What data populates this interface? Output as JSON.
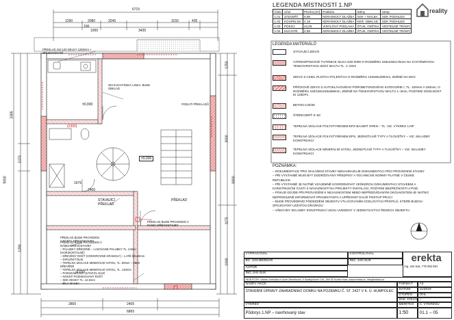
{
  "legend": {
    "title": "LEGENDA MÍSTNOSTÍ 1.NP",
    "headers": [
      "Číslo",
      "Účel",
      "Plocha [m²]",
      "Podlaha",
      "Stěny",
      "Strop"
    ],
    "rooms": [
      [
        "1.01",
        "ZÁDVEŘÍ",
        "6,98",
        "KERAMICKÁ DLAŽBA",
        "SDK + MALBA",
        "SDK PODHLED"
      ],
      [
        "1.02",
        "KOUPELNA",
        "4,19",
        "KERAMICKÁ DLAŽBA",
        "KER. OBKLAD",
        "SDK PODHLED"
      ],
      [
        "1.03",
        "POKOJ",
        "24,06",
        "VINYLOVÁ PODLAHA",
        "ŠTUK, OMÍTKA",
        "VIDITELNÉ TRÁMY"
      ],
      [
        "1.04",
        "KUCHYŇ",
        "4,59",
        "KERAMICKÁ DLAŽBA",
        "ŠTUK, OMÍTKA",
        "VIDITELNÉ TRÁMY"
      ]
    ]
  },
  "materials": {
    "title": "LEGENDA MATERIÁLŮ",
    "items": [
      {
        "text": "STÁVAJÍCÍ ZDIVO",
        "fill": "#ffffff"
      },
      {
        "text": "VÁPENOPÍSKOVÉ TVÁRNICE SILKA S20-2000 O ROZMĚRU 248x248x175mm NA SYSTÉMOVOU TENKOVRSTVOU ZDÍCÍ MALTU TL. 1–3mm",
        "fill": "#f2b8b8"
      },
      {
        "text": "ZDIVO Z CIHEL PLNÝCH PÁLENÝCH O ROZMĚRU 140x65x290mm, ZDĚNÉ NA MVC",
        "fill": "#f2b8b8"
      },
      {
        "text": "PŘÍČKOVÉ ZDIVO Z AUTOKLÁVOVÉHO PÓROBETONOVÉHO KATEGORIE I, TL. 100mm A 150mm, O ROZMĚRU 100/150x249x599mm, ZDĚNÉ NA TENKOVRSTVOU MALTU 1–3mm, POŽÁRNÍ ODOLNOST EI 120DP1",
        "fill": "#f2b8b8"
      },
      {
        "text": "BETON C20/25",
        "fill": "#f4c7c7"
      },
      {
        "text": "ŠTĚRKODRŤ 0–63",
        "fill": "#ffffff"
      },
      {
        "text": "TEPELNÁ IZOLACE POLYSTYRENEM EPS BAUMIT OPEN – TL. VIZ. VÝKRES 1.NP",
        "fill": "#f6d0d0"
      },
      {
        "text": "TEPELNÁ IZOLACE POLYSTYRENEM EPS, JEDNOTLIVÉ TYPY A TLOUŠŤKY – VIZ. SKLADBY KONSTRUKCÍ",
        "fill": "#f6d0d0"
      },
      {
        "text": "TEPELNÁ IZOLACE MINERÁLNÍ VATOU, JEDNOTLIVÉ TYPY A TLOUŠŤKY – VIZ. SKLADBY KONSTRUKCÍ",
        "fill": "#f6d0d0"
      }
    ]
  },
  "notes": {
    "title": "POZNÁMKA:",
    "lines": [
      "– DOKUMENTACE PRO OHLÁŠENÍ STAVBY NENAHRAZUJE DOKUMENTACI PRO PROVEDENÍ STAVBY",
      "– PŘI VÝSTAVBĚ MUSÍ BÝT DODRŽOVÁNY PŘEDPISY A TECHNICKÉ NORMY PLATNÉ V ČESKÉ",
      "  REPUBLICE",
      "– PŘI VÝSTAVBĚ JE NUTNÉ VZÁJEMNĚ KOORDINOVAT VEŠKEROU DOKUMENTACI STAVEBNÍ A",
      "  KONSTRUKČNÍ ČÁSTI S NÁVAZNOSTÍ NA PROJEKTY INSTALACÍ, POŽÁRNÍ BEZPEČNOSTI A POD.",
      "– POKUD DOJDE PŘI PROVÁDĚNÍ K NEJASNOSTEM NEBO NEPŘEDVÍDANÝM OKOLNOSTEM JE NUTNO",
      "  NEPRODLENĚ INFORMOVAT PROJEKTANTA A UPŘESNIT DALŠÍ POSTUP PRACÍ",
      "– BUDE PROVEDENO PODEZDĚNÍ OBJEKTU VTLAČOVÁNÍM OCELOVÝCH PROFILŮ, KTERÉ BUDOU",
      "  SPOJOVÁNY LEŽATOU DRÁŽKOU",
      "– VŠECHNY SKLADBY KONSTRUKCÍ JSOU UVEDENY V JEDNOTLIVÝCH ŘEZECH OBJEKTU"
    ]
  },
  "plan": {
    "dims_top": [
      "6715",
      "1290",
      "2080",
      "3245",
      "100",
      "1000",
      "3435",
      "1150",
      "435"
    ],
    "dims_left": [
      "3385",
      "1070",
      "9000",
      "1290"
    ],
    "dims_right": [
      "1250",
      "3000",
      "6800",
      "1175",
      "1000"
    ],
    "dims_bottom": [
      "2865",
      "2405",
      "6865"
    ],
    "labels": [
      "PŘEKLAD 2x0,120 DELKY 1250mm + OPLECHOVÁNÍ",
      "ZDI KUCHYŇSKÁ LINKA: BUDE OBKLAD",
      "PODLITÍ PŘEKLADŮ",
      "PŘEKLAD",
      "STÁVAJÍCÍ PŘEKLAD",
      "PŘEKLAD BUDE PROVEDEN V RÁMCI DŘEVOSTAVBY",
      "PŘEKLAD BUDE PROVEDEN V RÁMCI DŘEVOSTAVBY"
    ],
    "spot_1": "±0,000",
    "spot_2": "±0,000",
    "spot_3": "-0,015",
    "dim_2300": "(2300)",
    "dim_1675": "1675",
    "dim_2400": "2400",
    "layers": [
      "PŘEKLAD BUDE PROVEDEN V",
      "RÁMCI DŘEVOSTAVBY",
      "– PALUBKY DŘEVĚNÉ – LAKOVANÉ PALUBKY TL. 24mm (HORIZONTÁLNĚ)",
      "– DŘEVĚNÝ ROŠT (VODOROVNÉ HRANOLY) – LATĚ 60x40mm",
      "– DIFÚZNÍ FÓLIE",
      "– TEPELNÁ IZOLACE MINERÁLNÍ VATOU, TL. 60mm – MEZI DŘEVĚNÉ",
      "– TEPELNÁ IZOLACE MINERÁLNÍ VATOU, TL. 140mm",
      "– PAROZÁBRANA JUTAFOL N140",
      "– NOSNÝ POZINKOVANÝ ROŠT",
      "– SDK DESKY TL. 12,5mm",
      "– BÍLÁ MALBA"
    ],
    "north_symbol": "S"
  },
  "title_block": {
    "vypracoval_label": "VYPRACOVAL",
    "vypracoval": "BC. JAN BEDNÁŘ",
    "autor_label": "AUTOR",
    "autor": "ING.JAN SUK",
    "kontroloval_label": "KONTROLOVAL",
    "kontroloval": "ING. JAN SUK",
    "company": "erekta",
    "company_sub": "ing. Jan Suk, 776 052 581",
    "investor": "INVESTOR: Václav Zelníčka a Lucie Zelníčková, K Budějovicím 134, 284 52 Kutná Hora, www.erekta.cz, info@erekta.cz",
    "akce_label": "NÁZEV AKCE:",
    "akce": "STAVEBNÍ ÚPRAVY ZAHRADNÍHO DOMKU NA POZEMKU Č. ST. 2427 V K. Ú. HUMPOLEC",
    "format_label": "FORMÁT",
    "format": "A3",
    "datum_label": "DATUM",
    "datum": "11/2019",
    "stupen_label": "STUPEŇ",
    "stupen": "OHL",
    "zak_label": "ZAK. ČÍSLO",
    "zak": "–",
    "vykres_label": "VÝKRES",
    "vykres": "Půdorys 1.NP – navrhovaný stav",
    "meritko_label": "MĚŘÍTKO",
    "meritko": "1:50",
    "cislo_label": "Č. VÝKRESU",
    "cislo": "01.1 – 05"
  },
  "watermark": "reality",
  "colors": {
    "red": "#d5131f",
    "hatch": "#e36b6b",
    "line": "#222222"
  }
}
